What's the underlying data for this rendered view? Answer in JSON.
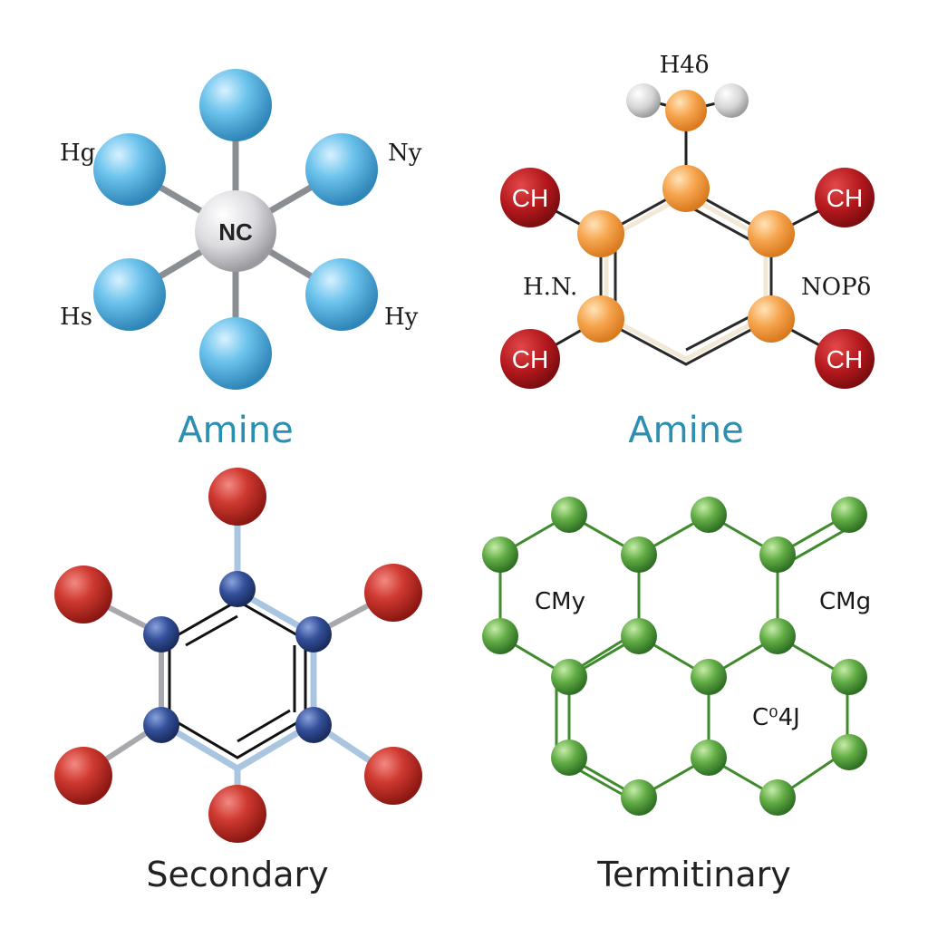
{
  "panels": {
    "top_left": {
      "title": "Amine",
      "center_label": "NC",
      "labels": [
        "Hg",
        "Ny",
        "Hs",
        "Hy"
      ]
    },
    "top_right": {
      "title": "Amine",
      "top_label": "H4δ",
      "left_label": "H.N.",
      "right_label": "NOPδ",
      "ch_labels": [
        "CH",
        "CH",
        "CH",
        "CH"
      ]
    },
    "bottom_left": {
      "title": "Secondary"
    },
    "bottom_right": {
      "title": "Termitinary",
      "labels": [
        "CMy",
        "CMg",
        "C⁰4J"
      ]
    }
  },
  "colors": {
    "light_blue_atom": "#5bb8e6",
    "gray_center_atom": "#d9d9dc",
    "orange_atom": "#f5a04a",
    "red_ch_atom": "#b3181c",
    "white_atom": "#d0d0d0",
    "red_atom": "#c62c26",
    "navy_atom": "#2e4a8c",
    "green_atom": "#5aa43e",
    "title_blue": "#2a8fb3"
  }
}
